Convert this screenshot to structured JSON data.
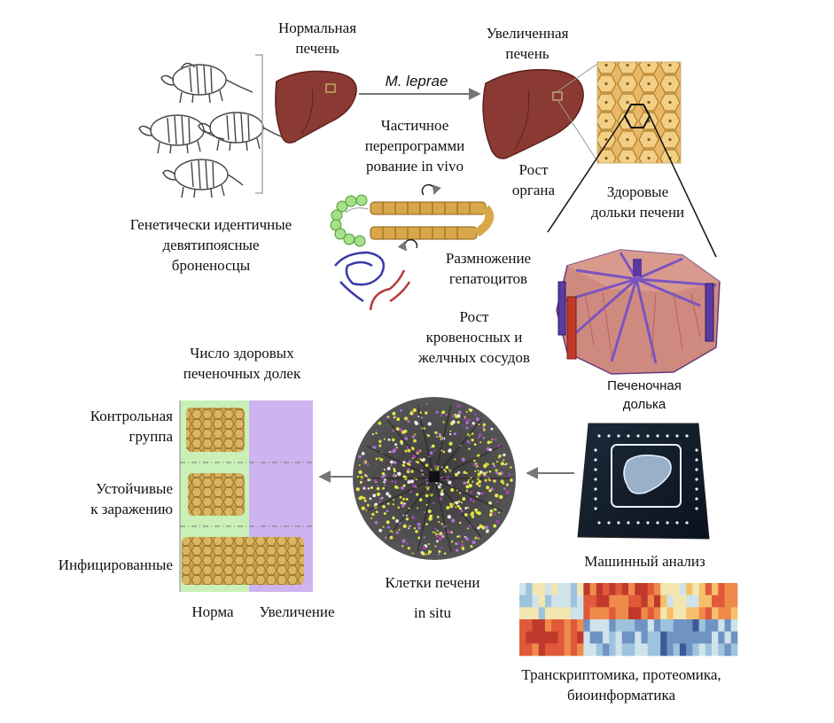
{
  "labels": {
    "normal_liver": "Нормальная\nпечень",
    "enlarged_liver": "Увеличенная\nпечень",
    "pathogen": "M. leprae",
    "reprogramming": "Частичное\nперепрограмми\nрование in vivo",
    "organ_growth": "Рост\nоргана",
    "healthy_lobules": "Здоровые\nдольки печени",
    "armadillos": "Генетически идентичные\nдевятипоясные\nброненосцы",
    "hepatocyte_proliferation": "Размножение\nгепатоцитов",
    "vessel_growth": "Рост\nкровеносных и\nжелчных сосудов",
    "liver_lobule": "Печеночная\nдолька",
    "machine_analysis": "Машинный анализ",
    "omics": "Транскриптомика, протеомика,\nбиоинформатика",
    "liver_cells": "Клетки печени",
    "in_situ": "in situ",
    "lobule_count_title": "Число здоровых\nпеченочных долек",
    "group_control": "Контрольная\nгруппа",
    "group_resistant": "Устойчивые\nк заражению",
    "group_infected": "Инфицированные",
    "axis_norm": "Норма",
    "axis_enlargement": "Увеличение"
  },
  "colors": {
    "liver": "#8a3a33",
    "hex_fill": "#c79a45",
    "norm_zone": "#c9f0b6",
    "enlarge_zone": "#cdb3f0",
    "arrow": "#777777"
  }
}
